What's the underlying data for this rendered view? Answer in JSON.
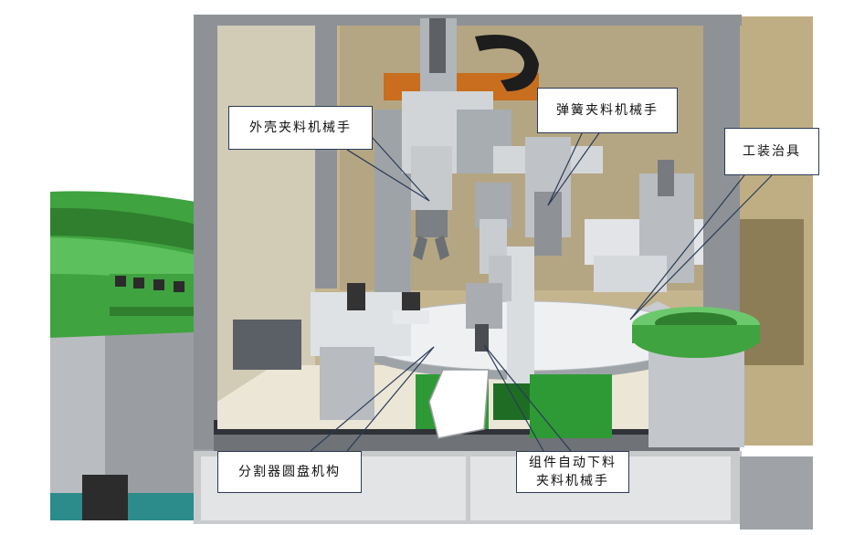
{
  "labels": {
    "shell_gripper": "外壳夹料机械手",
    "spring_gripper": "弹簧夹料机械手",
    "fixture": "工装治具",
    "indexer_disk": "分割器圆盘机构",
    "unload_line1": "组件自动下料",
    "unload_line2": "夹料机械手"
  },
  "colors": {
    "green": "#3fa33f",
    "frame": "#8e9296",
    "panel": "#b5a683",
    "motor": "#2e9a35",
    "outline": "#2a3b57"
  }
}
